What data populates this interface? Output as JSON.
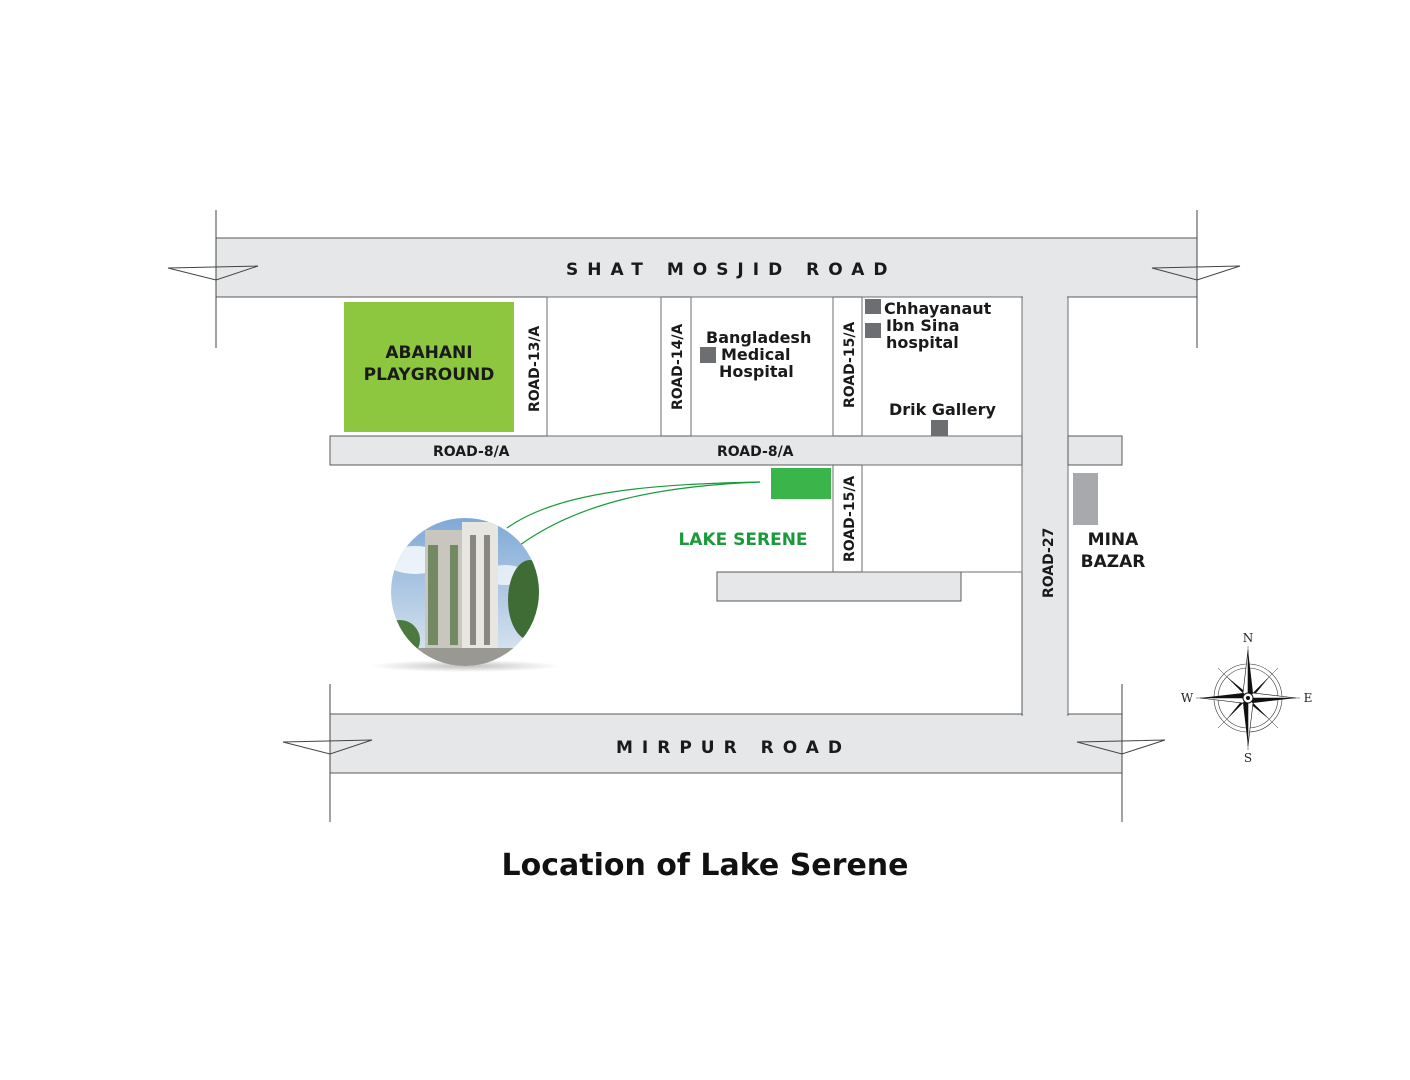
{
  "title": "Location of Lake Serene",
  "roads": {
    "shat_mosjid": "SHAT MOSJID ROAD",
    "mirpur": "MIRPUR ROAD",
    "road_8a_left": "ROAD-8/A",
    "road_8a_right": "ROAD-8/A",
    "road_13a": "ROAD-13/A",
    "road_14a": "ROAD-14/A",
    "road_15a_top": "ROAD-15/A",
    "road_15a_bottom": "ROAD-15/A",
    "road_27": "ROAD-27"
  },
  "places": {
    "abahani_line1": "ABAHANI",
    "abahani_line2": "PLAYGROUND",
    "bmh_line1": "Bangladesh",
    "bmh_line2": "Medical",
    "bmh_line3": "Hospital",
    "chhayanaut": "Chhayanaut",
    "ibn_sina_line1": "Ibn Sina",
    "ibn_sina_line2": "hospital",
    "drik": "Drik Gallery",
    "mina_line1": "MINA",
    "mina_line2": "BAZAR",
    "lake_serene": "LAKE SERENE"
  },
  "compass": {
    "n": "N",
    "s": "S",
    "e": "E",
    "w": "W"
  },
  "colors": {
    "road": "#e6e7e8",
    "road_border": "#58595b",
    "playground": "#8dc63f",
    "lake_serene": "#39b54a",
    "lake_serene_text": "#1a9a3a",
    "poi_marker": "#6d6e71",
    "mina_marker": "#a7a9ac"
  }
}
